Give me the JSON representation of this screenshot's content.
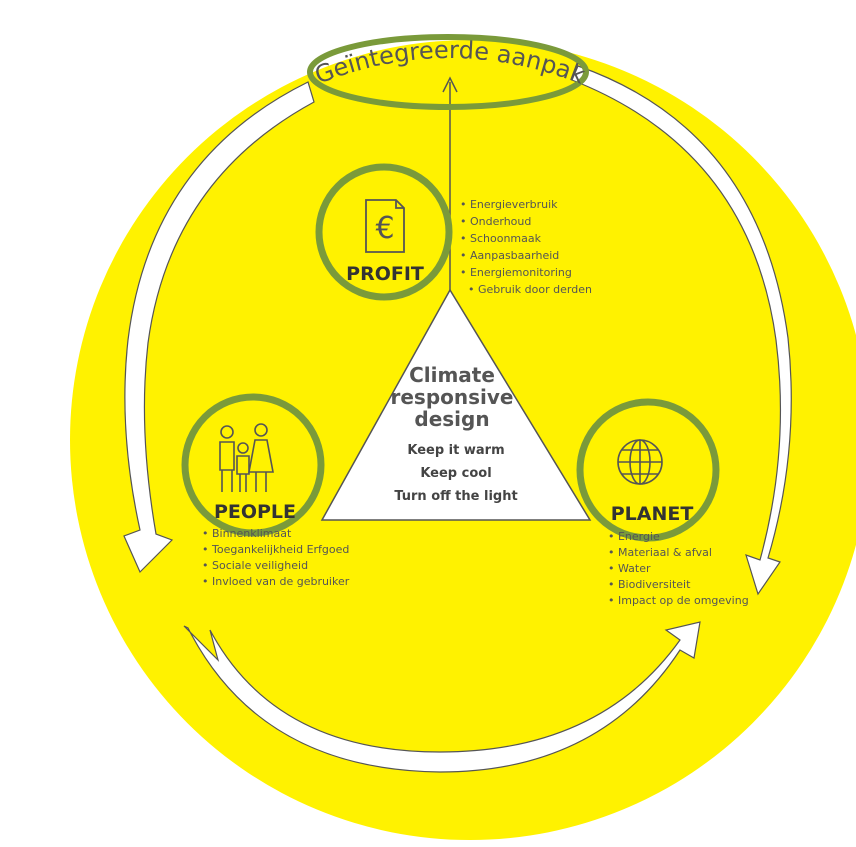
{
  "title": "Geïntegreerde aanpak",
  "center": {
    "heading": [
      "Climate",
      "responsive",
      "design"
    ],
    "lines": [
      "Keep it warm",
      "Keep cool",
      "Turn off the light"
    ]
  },
  "profit": {
    "label": "PROFIT",
    "icon_symbol": "€",
    "items": [
      "• Energieverbruik",
      "• Onderhoud",
      "• Schoonmaak",
      "• Aanpasbaarheid",
      "• Energiemonitoring",
      "• Gebruik door derden"
    ]
  },
  "people": {
    "label": "PEOPLE",
    "items": [
      "• Binnenklimaat",
      "• Toegankelijkheid Erfgoed",
      "• Sociale veiligheid",
      "• Invloed van de gebruiker"
    ]
  },
  "planet": {
    "label": "PLANET",
    "items": [
      "• Energie",
      "• Materiaal & afval",
      "• Water",
      "• Biodiversiteit",
      "• Impact op de omgeving"
    ]
  },
  "colors": {
    "background_circle": "#fff200",
    "ring_outline": "#7a9a3a",
    "arrow_fill": "#ffffff",
    "triangle_fill": "#ffffff",
    "text_dark": "#555555"
  }
}
